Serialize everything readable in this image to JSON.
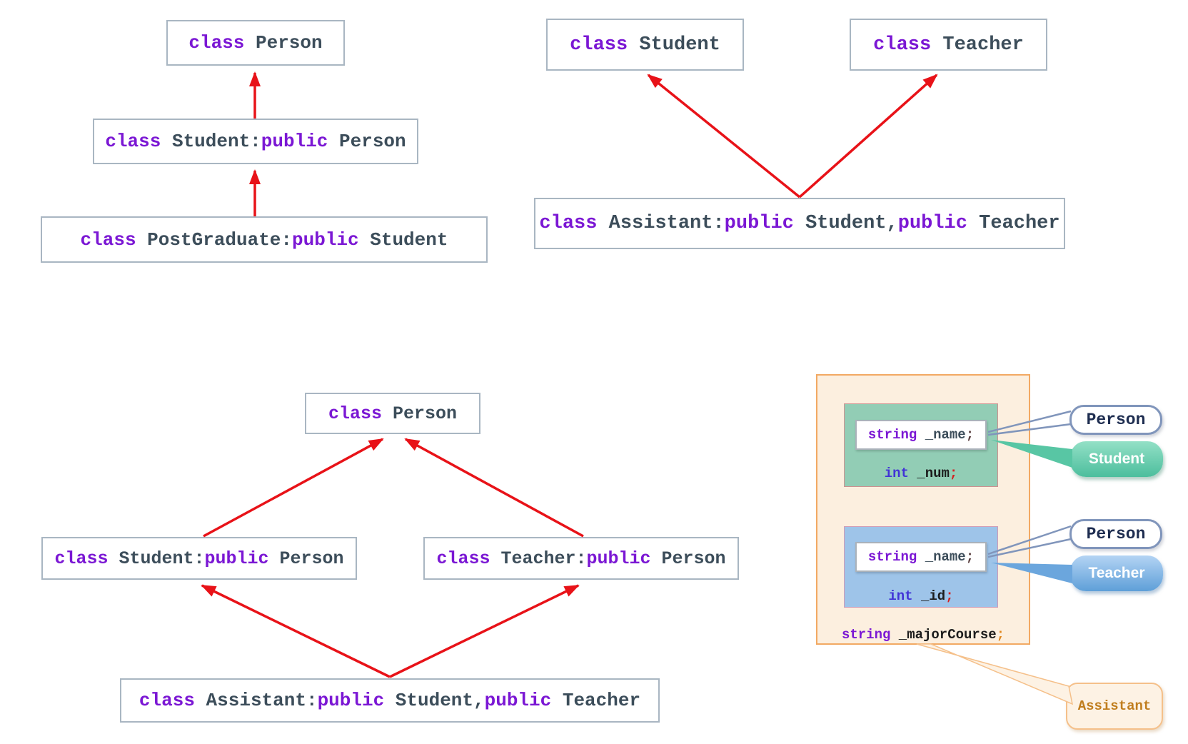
{
  "colors": {
    "keyword_purple": "#7b17d4",
    "int_keyword_blue": "#4133d6",
    "identifier_slate": "#3c4d5a",
    "member_black": "#1c1c1c",
    "semicolon_red": "#d42020",
    "semicolon_orange": "#e0861c",
    "arrow_red": "#e81218",
    "flow_box_border": "#a9b6c2",
    "memory_outer_fill": "#fcefdf",
    "memory_outer_border": "#f2a963",
    "student_green": "#4cbe9d",
    "teacher_blue": "#5e9fd8",
    "person_bubble_border": "#8095bb",
    "assistant_orange": "#c07d1d"
  },
  "single_inheritance": {
    "person": [
      {
        "t": "class ",
        "k": "kw"
      },
      {
        "t": "Person",
        "k": "id"
      }
    ],
    "student": [
      {
        "t": "class ",
        "k": "kw"
      },
      {
        "t": "Student:",
        "k": "id"
      },
      {
        "t": "public ",
        "k": "kw"
      },
      {
        "t": "Person",
        "k": "id"
      }
    ],
    "postgraduate": [
      {
        "t": "class ",
        "k": "kw"
      },
      {
        "t": "PostGraduate:",
        "k": "id"
      },
      {
        "t": "public ",
        "k": "kw"
      },
      {
        "t": "Student",
        "k": "id"
      }
    ]
  },
  "multiple_inheritance": {
    "student": [
      {
        "t": "class ",
        "k": "kw"
      },
      {
        "t": "Student",
        "k": "id"
      }
    ],
    "teacher": [
      {
        "t": "class ",
        "k": "kw"
      },
      {
        "t": "Teacher",
        "k": "id"
      }
    ],
    "assistant": [
      {
        "t": "class ",
        "k": "kw"
      },
      {
        "t": "Assistant:",
        "k": "id"
      },
      {
        "t": "public ",
        "k": "kw"
      },
      {
        "t": "Student,",
        "k": "id"
      },
      {
        "t": "public ",
        "k": "kw"
      },
      {
        "t": "Teacher",
        "k": "id"
      }
    ]
  },
  "diamond_inheritance": {
    "person": [
      {
        "t": "class ",
        "k": "kw"
      },
      {
        "t": "Person",
        "k": "id"
      }
    ],
    "student": [
      {
        "t": "class ",
        "k": "kw"
      },
      {
        "t": "Student:",
        "k": "id"
      },
      {
        "t": "public ",
        "k": "kw"
      },
      {
        "t": "Person",
        "k": "id"
      }
    ],
    "teacher": [
      {
        "t": "class ",
        "k": "kw"
      },
      {
        "t": "Teacher:",
        "k": "id"
      },
      {
        "t": "public ",
        "k": "kw"
      },
      {
        "t": "Person",
        "k": "id"
      }
    ],
    "assistant": [
      {
        "t": "class ",
        "k": "kw"
      },
      {
        "t": "Assistant:",
        "k": "id"
      },
      {
        "t": "public ",
        "k": "kw"
      },
      {
        "t": "Student,",
        "k": "id"
      },
      {
        "t": "public ",
        "k": "kw"
      },
      {
        "t": "Teacher",
        "k": "id"
      }
    ]
  },
  "memory_layout": {
    "student_part": {
      "name_line": [
        {
          "t": "string ",
          "k": "kw"
        },
        {
          "t": "_name",
          "k": "id"
        },
        {
          "t": ";",
          "k": "sd"
        }
      ],
      "num_line": [
        {
          "t": "int ",
          "k": "int"
        },
        {
          "t": "_num",
          "k": "pl"
        },
        {
          "t": ";",
          "k": "sr"
        }
      ]
    },
    "teacher_part": {
      "name_line": [
        {
          "t": "string ",
          "k": "kw"
        },
        {
          "t": "_name",
          "k": "id"
        },
        {
          "t": ";",
          "k": "sd"
        }
      ],
      "id_line": [
        {
          "t": "int ",
          "k": "int"
        },
        {
          "t": "_id",
          "k": "pl"
        },
        {
          "t": ";",
          "k": "sr"
        }
      ]
    },
    "major_line": [
      {
        "t": "string ",
        "k": "kw"
      },
      {
        "t": "_majorCourse",
        "k": "pl"
      },
      {
        "t": ";",
        "k": "so"
      }
    ],
    "labels": {
      "person_top": "Person",
      "student": "Student",
      "person_bottom": "Person",
      "teacher": "Teacher",
      "assistant": "Assistant"
    }
  }
}
